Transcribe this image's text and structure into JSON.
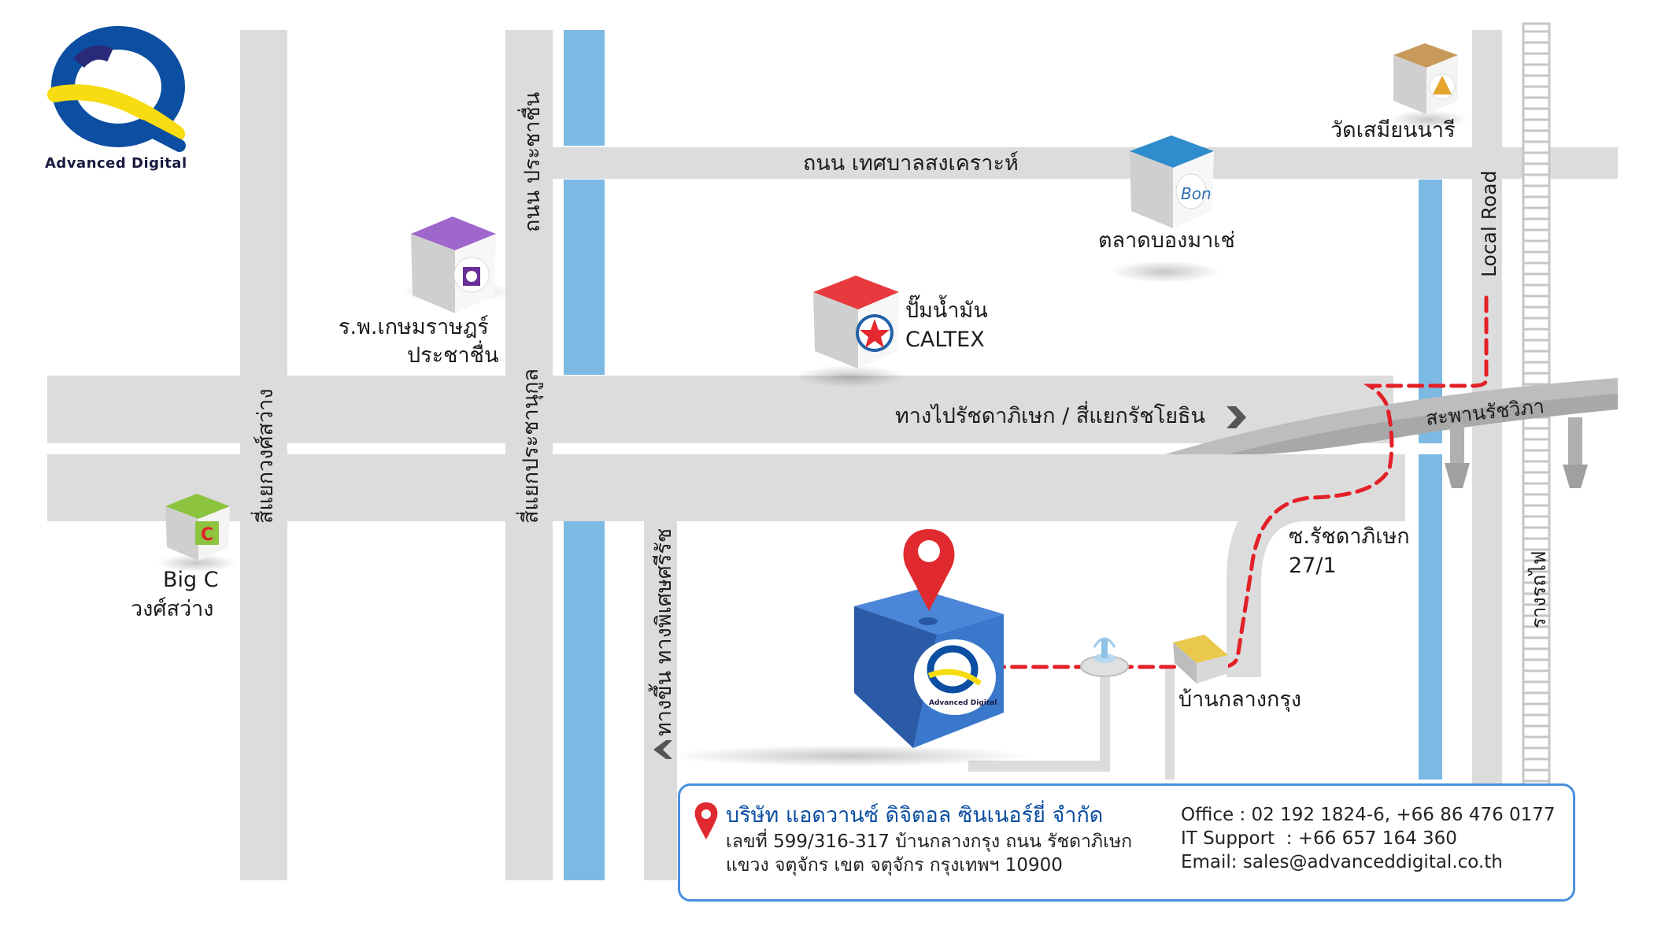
{
  "brand": {
    "name": "Advanced Digital"
  },
  "roads": {
    "top_road": "ถนน เทศบาลสงเคราะห์",
    "prachachuen_road": "ถนน ประชาชื่น",
    "wongsawang_junction": "สี่แยกวงศ์สว่าง",
    "prachanukul_junction": "สี่แยกประชานุกูล",
    "phiset_ramp": "ทางขึ้น ทางพิเศษศรีรัช",
    "to_ratchada": "ทางไปรัชดาภิเษก / สี่แยกรัชโยธิน",
    "rachavipha_bridge": "สะพานรัชวิภา",
    "soi_line1": "ซ.รัชดาภิเษก",
    "soi_line2": "27/1",
    "local_road": "Local Road",
    "railway": "รางรถไฟ"
  },
  "landmarks": {
    "temple": "วัดเสมียนนารี",
    "market": "ตลาดบองมาเช่",
    "hospital_line1": "ร.พ.เกษมราษฎร์",
    "hospital_line2": "ประชาชื่น",
    "gas_line1": "ปั๊มน้ำมัน",
    "gas_line2": "CALTEX",
    "bigc_line1": "Big C",
    "bigc_line2": "วงศ์สว่าง",
    "village": "บ้านกลางกรุง"
  },
  "info": {
    "company": "บริษัท แอดวานซ์ ดิจิตอล ซินเนอร์ยี่ จำกัด",
    "address_line1": "เลขที่ 599/316-317 บ้านกลางกรุง ถนน รัชดาภิเษก",
    "address_line2": "แขวง จตุจักร เขต จตุจักร กรุงเทพฯ 10900",
    "office": "Office : 02 192 1824-6, +66 86 476 0177",
    "it_support": "IT Support  : +66 657 164 360",
    "email": "Email: sales@advanceddigital.co.th"
  },
  "colors": {
    "road": "#dcdcdc",
    "canal": "#7cb9e3",
    "route": "#e32028",
    "brand_blue": "#0b4ea2",
    "brand_yellow": "#f6dc10",
    "border": "#4a8fe0"
  },
  "icons": [
    "logo-icon",
    "temple-icon",
    "market-icon",
    "hospital-icon",
    "caltex-icon",
    "bigc-icon",
    "location-pin-icon",
    "fountain-icon",
    "arrow-right-icon",
    "arrow-left-icon"
  ]
}
